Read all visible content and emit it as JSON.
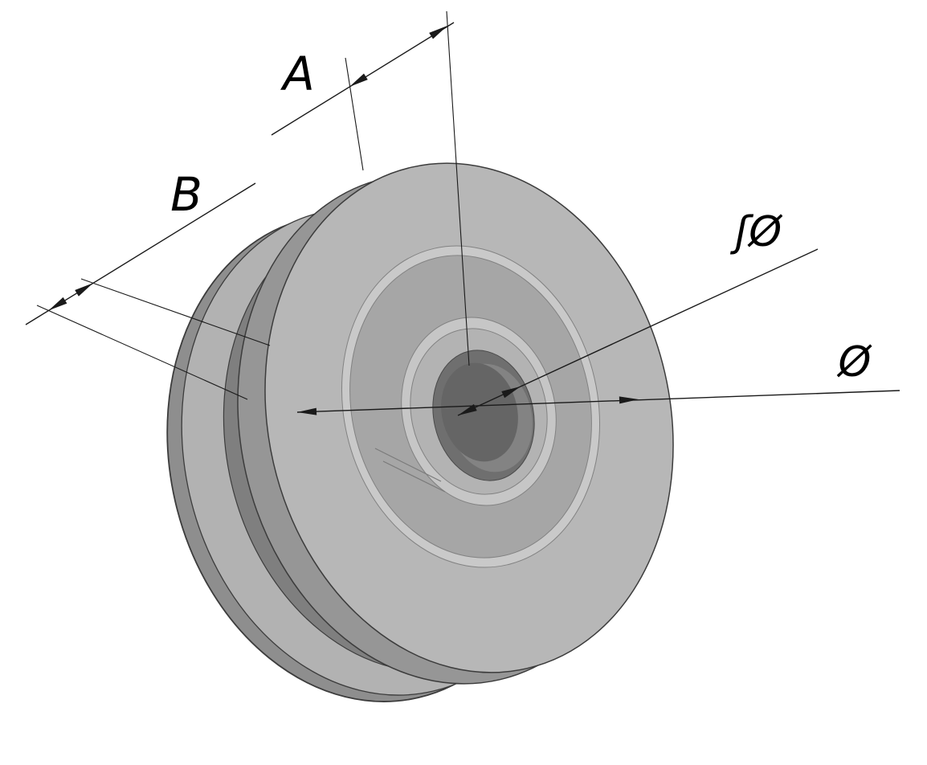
{
  "drawing": {
    "labels": {
      "dim_a": "A",
      "dim_b": "B",
      "dim_bore": "ʃØ",
      "dim_outer": "Ø"
    },
    "colors": {
      "background": "#ffffff",
      "line": "#1a1a1a",
      "back_side": "#8e8e8e",
      "back_face": "#b2b2b2",
      "groove": "#7f7f7f",
      "rim_side": "#969696",
      "front_face": "#b7b7b7",
      "recess_chamfer": "#c9c9c9",
      "recess_face": "#a6a6a6",
      "hub_chamfer": "#c6c6c6",
      "hub_face": "#b3b3b3",
      "bore_rim": "#6f6f6f",
      "bore_wall": "#838383",
      "bore_hole": "#656565"
    }
  }
}
